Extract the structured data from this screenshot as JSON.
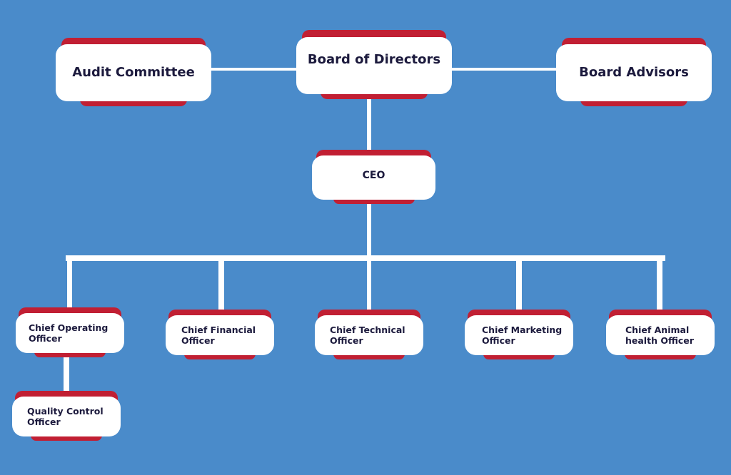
{
  "org_chart": {
    "audit_committee": "Audit Committee",
    "board_of_directors": "Board of Directors",
    "board_advisors": "Board Advisors",
    "ceo": "CEO",
    "chiefs": [
      "Chief Operating Officer",
      "Chief Financial Officer",
      "Chief Technical Officer",
      "Chief Marketing Officer",
      "Chief Animal health Officer"
    ],
    "quality_control": "Quality Control Officer"
  },
  "colors": {
    "background": "#4a8bca",
    "card": "#ffffff",
    "accent_tab": "#c11f33",
    "connector": "#ffffff",
    "text": "#1c1a3d"
  }
}
